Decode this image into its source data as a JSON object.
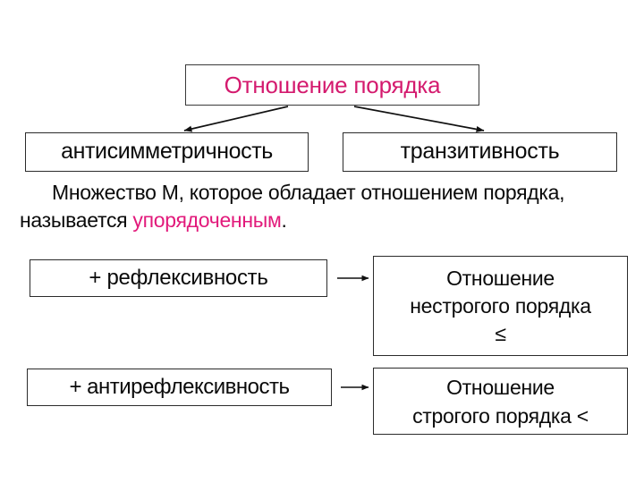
{
  "slide": {
    "title_box": {
      "text": "Отношение порядка",
      "text_color": "#d41a6e",
      "border_color": "#3a3a3a"
    },
    "property_boxes": [
      {
        "label": "антисимметричность"
      },
      {
        "label": "транзитивность"
      }
    ],
    "paragraph": {
      "part1": "Множество М, которое обладает отношением порядка, называется ",
      "highlight": "упорядоченным",
      "part2": ".",
      "highlight_color": "#e21a7b"
    },
    "rows": [
      {
        "condition": "+ рефлексивность",
        "result_lines": [
          "Отношение",
          "нестрогого порядка",
          "≤"
        ]
      },
      {
        "condition": "+ антирефлексивность",
        "result_lines": [
          "Отношение",
          "строгого порядка <"
        ]
      }
    ],
    "arrows": {
      "branch_left": "arrow-down-left-icon",
      "branch_right": "arrow-down-right-icon",
      "row1": "arrow-right-icon",
      "row2": "arrow-right-icon"
    }
  }
}
